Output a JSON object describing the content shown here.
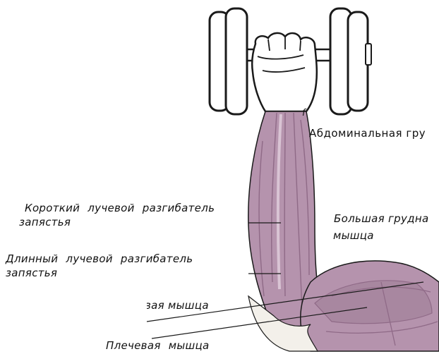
{
  "labels": {
    "abdominal": "Абдоминальная гру",
    "short_extensor_line1": "Короткий лучевой разгибатель",
    "short_extensor_line2": "запястья",
    "pectoralis_line1": "Большая грудна",
    "pectoralis_line2": "мышца",
    "long_extensor_line1": "Длинный лучевой разгибатель",
    "long_extensor_line2": "запястья",
    "brachioradialis_partial": "вая мышца",
    "brachialis": "Плечевая мышца",
    "stray_mark": "f"
  },
  "colors": {
    "muscle": "#b593ad",
    "muscle_dark": "#8f6a87",
    "skin": "#f3f0ea",
    "plate": "#ffffff",
    "outline": "#1a1a1a"
  }
}
